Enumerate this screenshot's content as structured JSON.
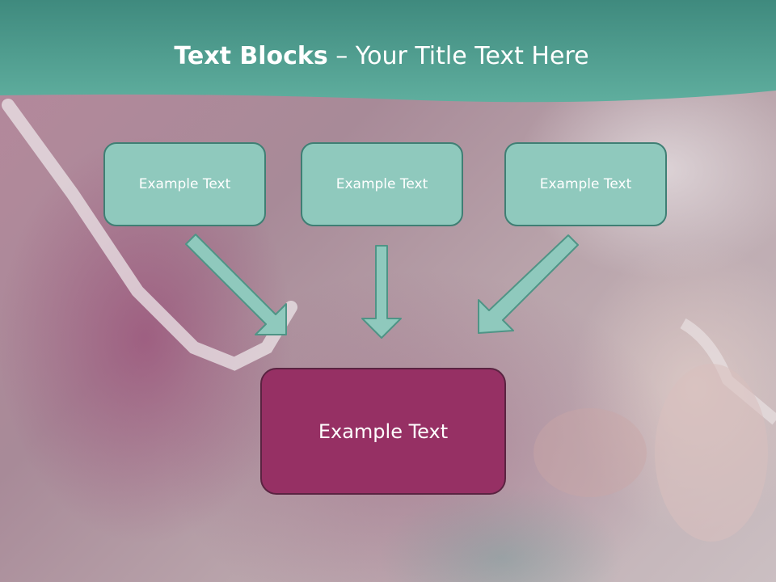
{
  "title": {
    "bold": "Text Blocks",
    "rest": " – Your Title Text Here"
  },
  "blocks": [
    {
      "label": "Example Text"
    },
    {
      "label": "Example Text"
    },
    {
      "label": "Example Text"
    }
  ],
  "target": {
    "label": "Example Text"
  },
  "colors": {
    "header": "#5aa596",
    "small_box_fill": "#8fc9bd",
    "small_box_border": "#3f7f74",
    "target_fill": "#963064",
    "arrow_fill": "#8fc9bd"
  }
}
